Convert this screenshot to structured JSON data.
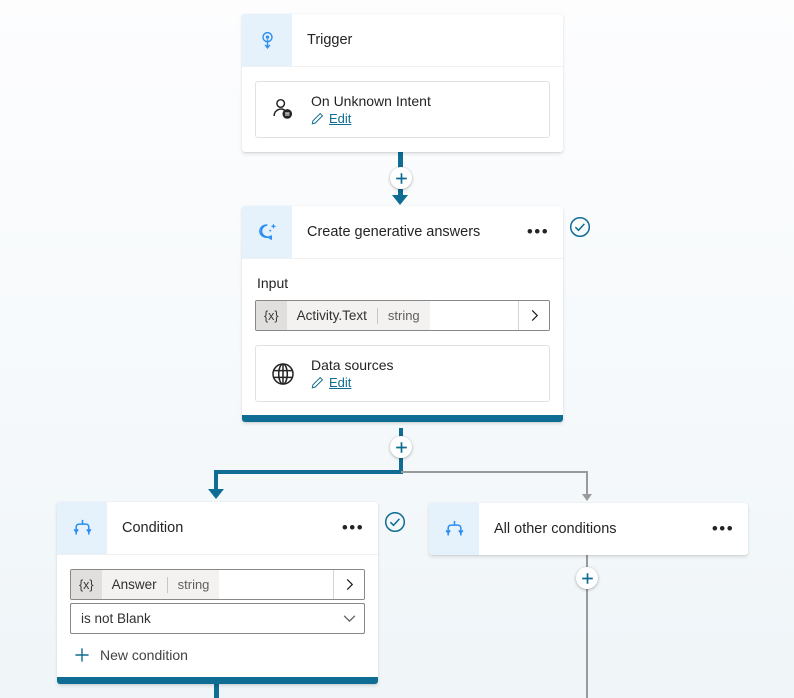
{
  "canvas": {
    "background_top": "#fdfdfe",
    "background_bottom": "#eff5f8",
    "accent_color": "#0f6c93",
    "icon_blue": "#2a8ef0",
    "icon_bg": "#e5f1fb",
    "gray_connector": "#9a9a9a"
  },
  "nodes": {
    "trigger": {
      "title": "Trigger",
      "icon": "trigger-bolt-icon",
      "card": {
        "title": "On Unknown Intent",
        "icon": "person-message-icon",
        "edit_label": "Edit",
        "edit_icon": "pencil-icon"
      }
    },
    "generative_answers": {
      "title": "Create generative answers",
      "icon": "chat-sparkle-icon",
      "menu_label": "•••",
      "status": "valid-check-icon",
      "input_label": "Input",
      "input_field": {
        "token": "{x}",
        "name": "Activity.Text",
        "type": "string",
        "expand_icon": "chevron-right-icon"
      },
      "card": {
        "title": "Data sources",
        "icon": "globe-icon",
        "edit_label": "Edit",
        "edit_icon": "pencil-icon"
      }
    },
    "condition": {
      "title": "Condition",
      "icon": "branch-icon",
      "menu_label": "•••",
      "status": "valid-check-icon",
      "variable_field": {
        "token": "{x}",
        "name": "Answer",
        "type": "string",
        "expand_icon": "chevron-right-icon"
      },
      "operator_field": {
        "value": "is not Blank",
        "chevron_icon": "chevron-down-icon"
      },
      "new_condition_label": "New condition",
      "new_condition_icon": "plus-icon"
    },
    "all_other_conditions": {
      "title": "All other conditions",
      "icon": "branch-icon",
      "menu_label": "•••"
    }
  },
  "connectors": {
    "add_node_icon": "plus-icon",
    "add_after_trigger": "+",
    "add_after_generative": "+",
    "add_after_all_other": "+"
  }
}
